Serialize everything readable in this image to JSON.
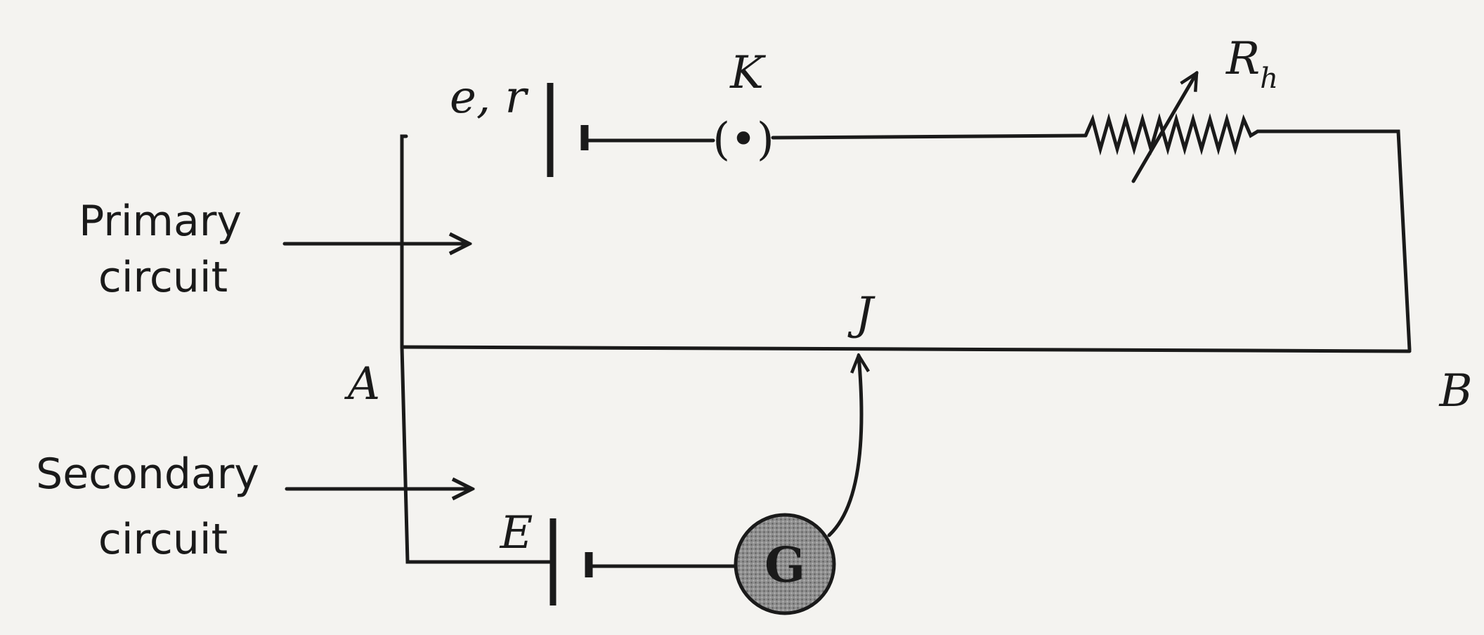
{
  "labels": {
    "primary_cell": "e, r",
    "key_symbol": "K",
    "key_mark": "(•)",
    "rheostat": "R",
    "rheostat_sub": "h",
    "jockey": "J",
    "end_a": "A",
    "end_b": "B",
    "secondary_cell": "E",
    "galvanometer": "G",
    "primary_line1": "Primary",
    "primary_line2": "circuit",
    "secondary_line1": "Secondary",
    "secondary_line2": "circuit"
  },
  "colors": {
    "ink": "#1a1a1a",
    "galvanometer_fill": "#8f8f8f",
    "paper": "#f4f3f0"
  }
}
